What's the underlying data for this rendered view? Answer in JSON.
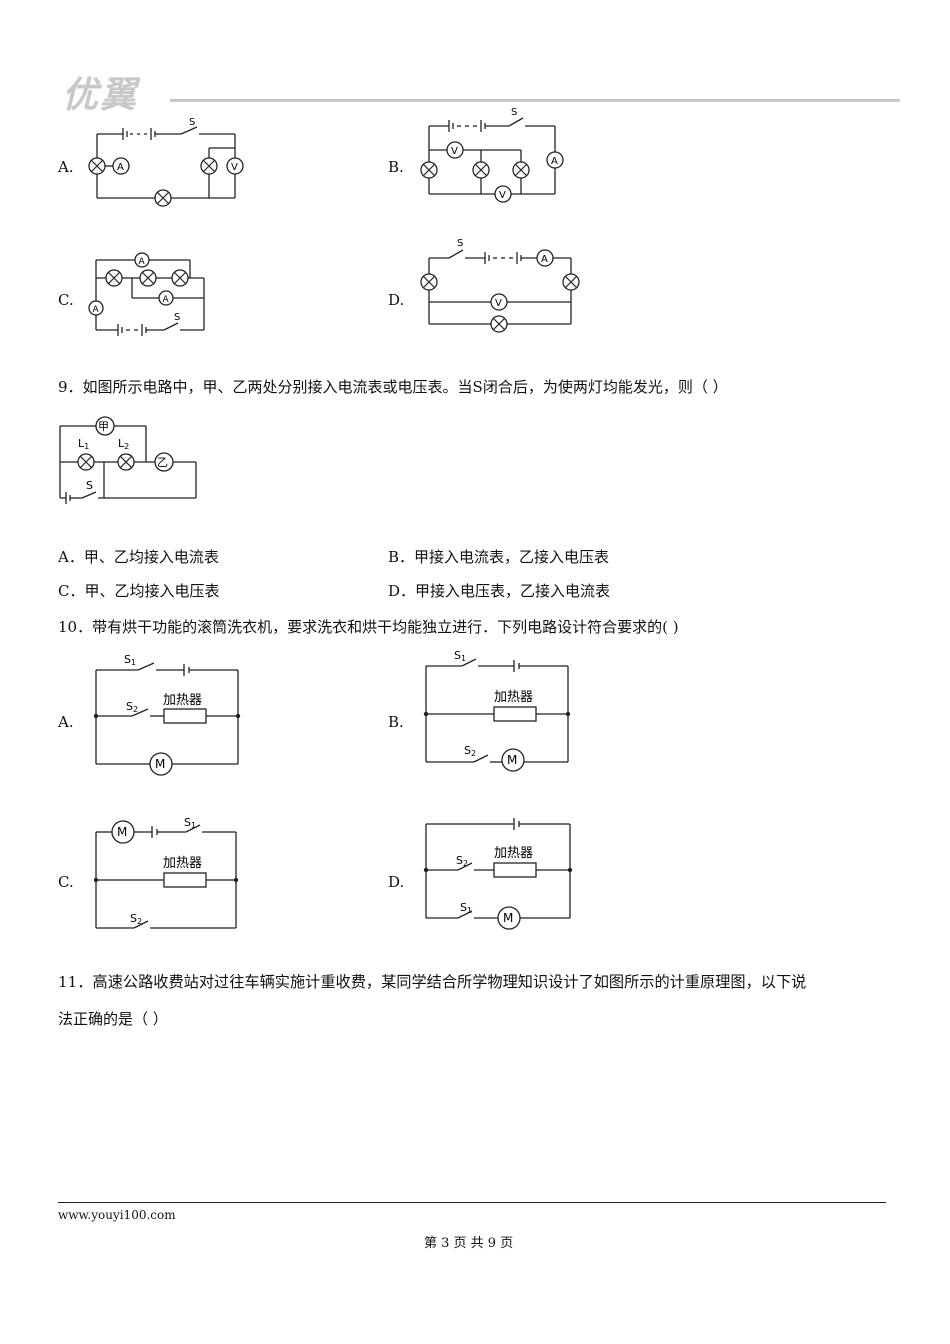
{
  "header": {
    "logo_text": "优翼"
  },
  "q8": {
    "opt_a": "A.",
    "opt_b": "B.",
    "opt_c": "C.",
    "opt_d": "D."
  },
  "q9": {
    "question": "9．如图所示电路中，甲、乙两处分别接入电流表或电压表。当S闭合后，为使两灯均能发光，则（ ）",
    "opt_a": "A．甲、乙均接入电流表",
    "opt_b": "B．甲接入电流表，乙接入电压表",
    "opt_c": "C．甲、乙均接入电压表",
    "opt_d": "D．甲接入电压表，乙接入电流表",
    "label_jia": "甲",
    "label_yi": "乙",
    "label_l1": "L",
    "label_l1_sub": "1",
    "label_l2": "L",
    "label_l2_sub": "2",
    "label_s": "S"
  },
  "q10": {
    "question": "10．带有烘干功能的滚筒洗衣机，要求洗衣和烘干均能独立进行．下列电路设计符合要求的(   )",
    "opt_a": "A.",
    "opt_b": "B.",
    "opt_c": "C.",
    "opt_d": "D.",
    "heater": "加热器",
    "motor": "M",
    "s1": "S",
    "s1_sub": "1",
    "s2": "S",
    "s2_sub": "2"
  },
  "q11": {
    "line1": "11．高速公路收费站对过往车辆实施计重收费，某同学结合所学物理知识设计了如图所示的计重原理图，以下说",
    "line2": "法正确的是（ ）"
  },
  "meters": {
    "ammeter": "A",
    "voltmeter": "V",
    "switch": "S"
  },
  "footer": {
    "url": "www.youyi100.com",
    "page": "第 3 页 共 9 页"
  }
}
